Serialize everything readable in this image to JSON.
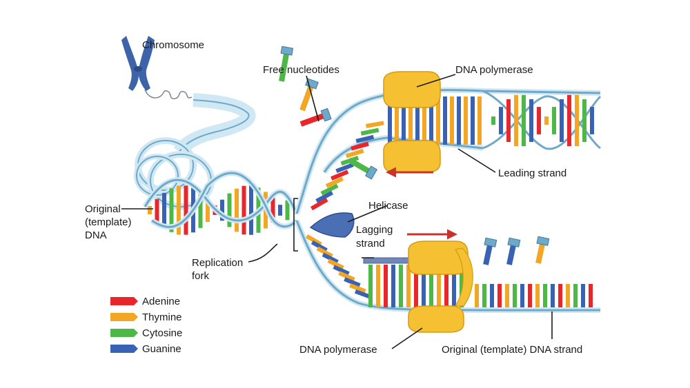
{
  "labels": {
    "chromosome": "Chromosome",
    "free_nucleotides": "Free nucleotides",
    "dna_polymerase_top": "DNA polymerase",
    "leading_strand": "Leading strand",
    "original_dna_l1": "Original",
    "original_dna_l2": "(template)",
    "original_dna_l3": "DNA",
    "helicase": "Helicase",
    "lagging_strand_l1": "Lagging",
    "lagging_strand_l2": "strand",
    "replication_fork_l1": "Replication",
    "replication_fork_l2": "fork",
    "dna_polymerase_bottom": "DNA polymerase",
    "template_strand": "Original (template) DNA strand"
  },
  "legend": [
    {
      "name": "Adenine",
      "color": "#e8262c"
    },
    {
      "name": "Thymine",
      "color": "#f2a623"
    },
    {
      "name": "Cytosine",
      "color": "#4db848"
    },
    {
      "name": "Guanine",
      "color": "#3a62b4"
    }
  ],
  "colors": {
    "strand": "#6fa8c9",
    "strand_fill": "#cfe8f4",
    "polymerase": "#f5c031",
    "helicase": "#4a6fb5",
    "chromosome": "#3d63a8",
    "direction_arrow": "#c8332c"
  }
}
